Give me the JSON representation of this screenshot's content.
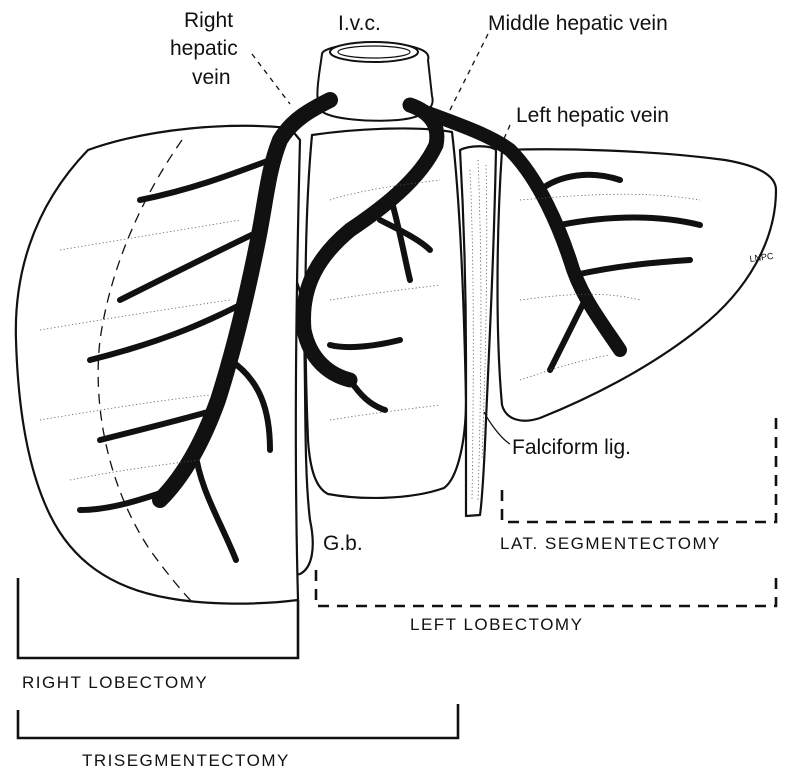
{
  "labels": {
    "ivc": "I.v.c.",
    "right_hepatic_vein_line1": "Right",
    "right_hepatic_vein_line2": "hepatic",
    "right_hepatic_vein_line3": "vein",
    "middle_hepatic_vein": "Middle hepatic vein",
    "left_hepatic_vein": "Left hepatic vein",
    "falciform_lig": "Falciform lig.",
    "gallbladder": "G.b.",
    "signature": "LNPC"
  },
  "resections": {
    "lateral_segmentectomy": "LAT. SEGMENTECTOMY",
    "left_lobectomy": "LEFT LOBECTOMY",
    "right_lobectomy": "RIGHT LOBECTOMY",
    "trisegmentectomy": "TRISEGMENTECTOMY"
  }
}
